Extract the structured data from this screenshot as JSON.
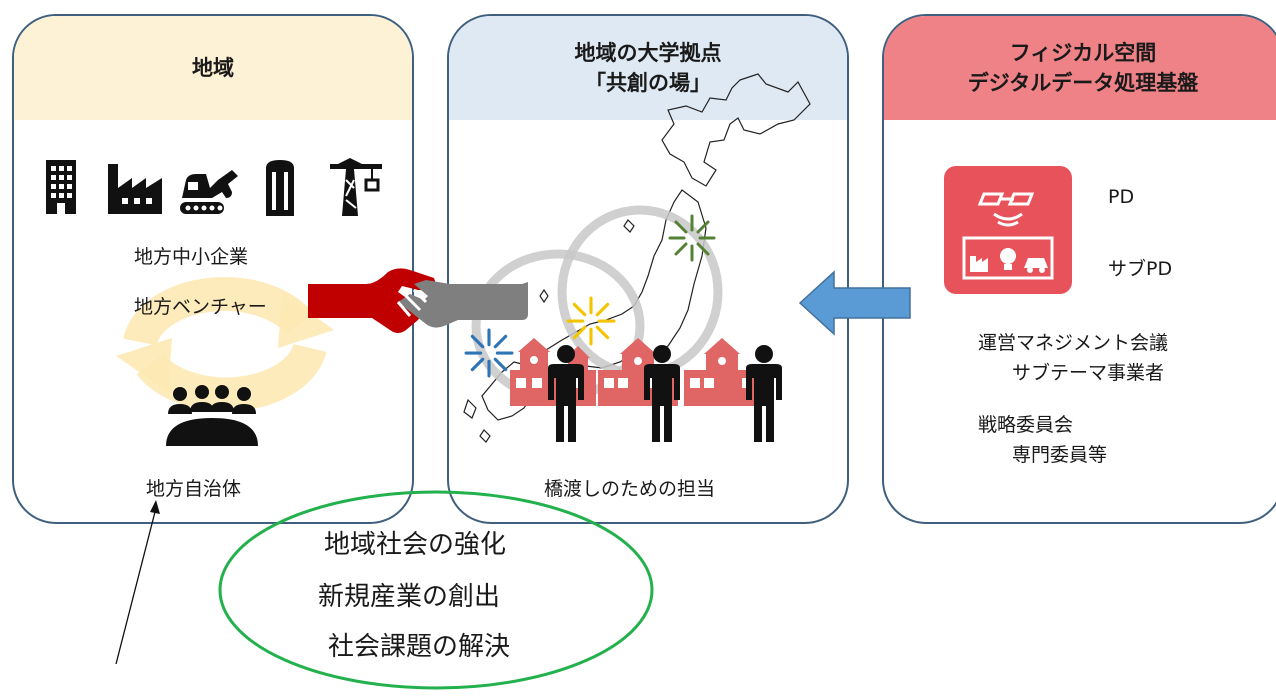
{
  "panels": {
    "region": {
      "title": "地域",
      "label_sme": "地方中小企業",
      "label_venture": "地方ベンチャー",
      "label_municipality": "地方自治体"
    },
    "university": {
      "title_line1": "地域の大学拠点",
      "title_line2": "「共創の場」",
      "caption": "橋渡しのための担当"
    },
    "platform": {
      "title_line1": "フィジカル空間",
      "title_line2": "デジタルデータ処理基盤",
      "pd": "PD",
      "sub_pd": "サブPD",
      "mgmt_line1": "運営マネジメント会議",
      "mgmt_line2": "サブテーマ事業者",
      "strategy_line1": "戦略委員会",
      "strategy_line2": "専門委員等"
    }
  },
  "outcomes": {
    "line1": "地域社会の強化",
    "line2": "新規産業の創出",
    "line3": "社会課題の解決"
  },
  "colors": {
    "region_header": "#fdf2d5",
    "university_header": "#dfe9f4",
    "platform_header": "#ee8286",
    "panel_border": "#3f5f7f",
    "handshake_red": "#c00000",
    "handshake_gray": "#7f7f7f",
    "arrow_blue": "#5b9bd5",
    "ellipse_green": "#22b14c",
    "campus_red": "#e06666",
    "icon_tile_red": "#e8525a"
  }
}
